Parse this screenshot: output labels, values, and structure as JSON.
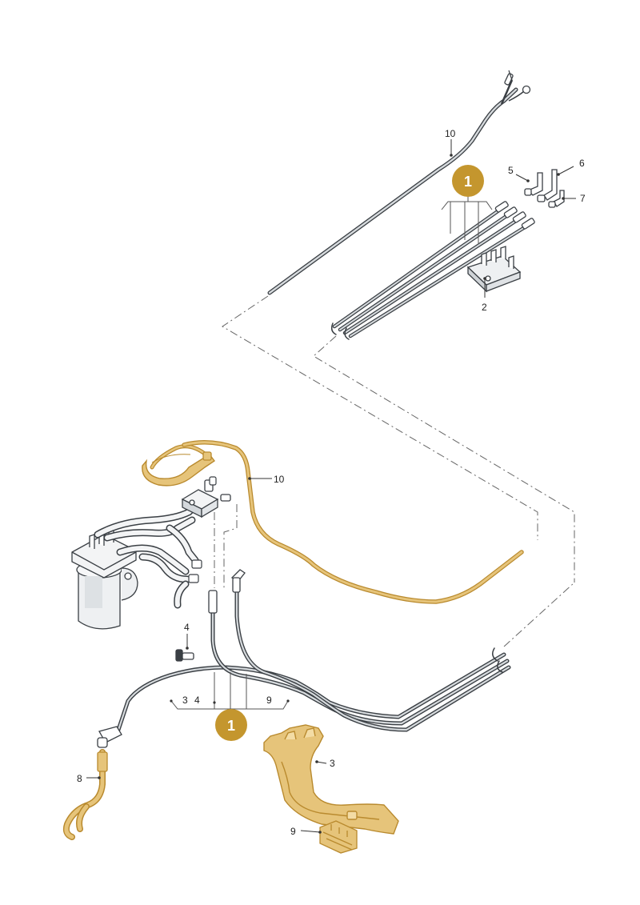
{
  "colors": {
    "line_dark": "#3a3f44",
    "line_light": "#c9cdd1",
    "highlight_fill": "#e6c47a",
    "highlight_stroke": "#b98a2e",
    "badge_fill": "#c4962e",
    "badge_text": "#ffffff",
    "dash": "#666666",
    "label": "#222222"
  },
  "badges": [
    {
      "id": "top",
      "text": "1"
    },
    {
      "id": "bottom",
      "text": "1"
    }
  ],
  "labels": {
    "l10_top": "10",
    "l5": "5",
    "l6": "6",
    "l7": "7",
    "l2": "2",
    "l10_mid": "10",
    "l4_top": "4",
    "l3_left": "3",
    "l4_left": "4",
    "l9_group": "9",
    "l3_tray": "3",
    "l8": "8",
    "l9_bottom": "9"
  },
  "icons": [
    "fuel-filter-icon",
    "bracket-icon",
    "tray-icon",
    "clip-icon",
    "connector-icon"
  ]
}
